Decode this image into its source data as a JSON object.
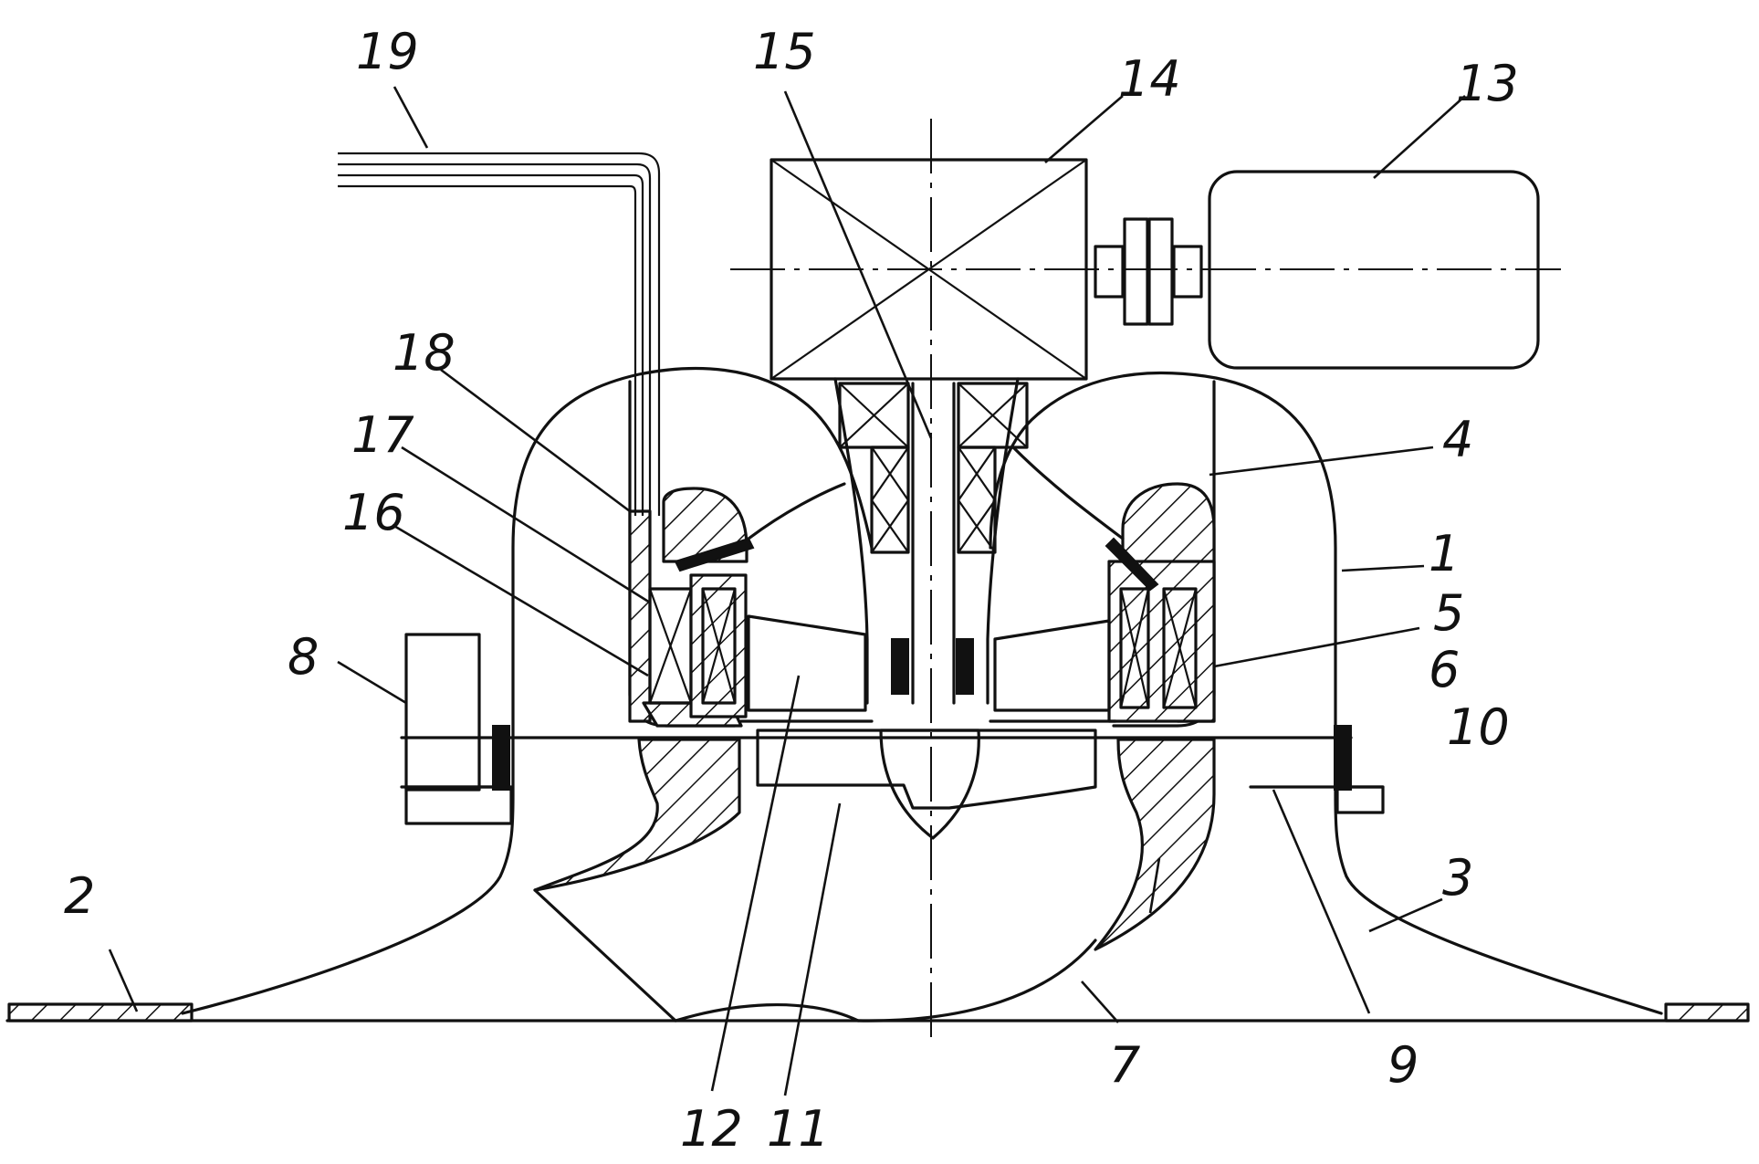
{
  "labels": {
    "l1": "1",
    "l2": "2",
    "l3": "3",
    "l4": "4",
    "l5": "5",
    "l6": "6",
    "l7": "7",
    "l8": "8",
    "l9": "9",
    "l10": "10",
    "l11": "11",
    "l12": "12",
    "l13": "13",
    "l14": "14",
    "l15": "15",
    "l16": "16",
    "l17": "17",
    "l18": "18",
    "l19": "19"
  }
}
